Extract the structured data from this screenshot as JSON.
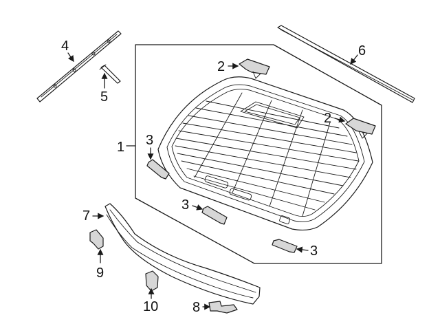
{
  "callouts": [
    {
      "id": "callout-1",
      "text": "1"
    },
    {
      "id": "callout-2a",
      "text": "2"
    },
    {
      "id": "callout-2b",
      "text": "2"
    },
    {
      "id": "callout-3a",
      "text": "3"
    },
    {
      "id": "callout-3b",
      "text": "3"
    },
    {
      "id": "callout-3c",
      "text": "3"
    },
    {
      "id": "callout-4",
      "text": "4"
    },
    {
      "id": "callout-5",
      "text": "5"
    },
    {
      "id": "callout-6",
      "text": "6"
    },
    {
      "id": "callout-7",
      "text": "7"
    },
    {
      "id": "callout-8",
      "text": "8"
    },
    {
      "id": "callout-9",
      "text": "9"
    },
    {
      "id": "callout-10",
      "text": "10"
    }
  ]
}
